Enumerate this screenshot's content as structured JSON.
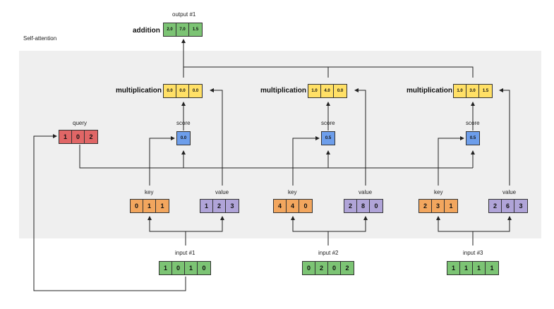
{
  "title": "Self-attention",
  "output": {
    "label": "output #1",
    "op": "addition",
    "values": [
      "2.0",
      "7.0",
      "1.5"
    ]
  },
  "query": {
    "label": "query",
    "values": [
      "1",
      "0",
      "2"
    ]
  },
  "columns": [
    {
      "mult_label": "multiplication",
      "mult": [
        "0.0",
        "0.0",
        "0.0"
      ],
      "score_label": "score",
      "score": "0.0",
      "key_label": "key",
      "key": [
        "0",
        "1",
        "1"
      ],
      "value_label": "value",
      "value": [
        "1",
        "2",
        "3"
      ],
      "input_label": "input #1",
      "input": [
        "1",
        "0",
        "1",
        "0"
      ]
    },
    {
      "mult_label": "multiplication",
      "mult": [
        "1.0",
        "4.0",
        "0.0"
      ],
      "score_label": "score",
      "score": "0.5",
      "key_label": "key",
      "key": [
        "4",
        "4",
        "0"
      ],
      "value_label": "value",
      "value": [
        "2",
        "8",
        "0"
      ],
      "input_label": "input #2",
      "input": [
        "0",
        "2",
        "0",
        "2"
      ]
    },
    {
      "mult_label": "multiplication",
      "mult": [
        "1.0",
        "3.0",
        "1.5"
      ],
      "score_label": "score",
      "score": "0.5",
      "key_label": "key",
      "key": [
        "2",
        "3",
        "1"
      ],
      "value_label": "value",
      "value": [
        "2",
        "6",
        "3"
      ],
      "input_label": "input #3",
      "input": [
        "1",
        "1",
        "1",
        "1"
      ]
    }
  ],
  "colors": {
    "input": "#7cc474",
    "key": "#f2a65e",
    "value": "#b0a4d8",
    "query": "#e06666",
    "multiplication": "#ffe066",
    "score": "#6d9eeb",
    "panel": "#efefef"
  }
}
